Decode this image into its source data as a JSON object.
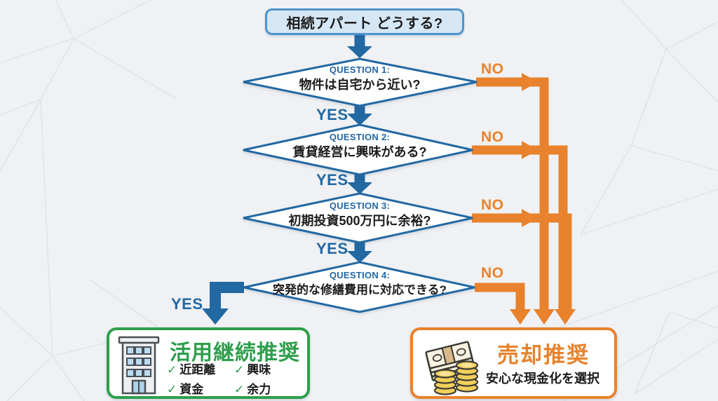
{
  "title": "相続アパート どうする?",
  "questions": [
    {
      "label": "QUESTION 1:",
      "text": "物件は自宅から近い?",
      "yes": "YES",
      "no": "NO"
    },
    {
      "label": "QUESTION 2:",
      "text": "賃貸経営に興味がある?",
      "yes": "YES",
      "no": "NO"
    },
    {
      "label": "QUESTION 3:",
      "text": "初期投資500万円に余裕?",
      "yes": "YES",
      "no": "NO"
    },
    {
      "label": "QUESTION 4:",
      "text": "突発的な修繕費用に対応できる?",
      "yes": "YES",
      "no": "NO"
    }
  ],
  "outcomes": {
    "keep": {
      "title": "活用継続推奨",
      "check": "✓",
      "items": [
        "近距離",
        "興味",
        "資金",
        "余力"
      ],
      "icon": "building-icon"
    },
    "sell": {
      "title": "売却推奨",
      "subtitle": "安心な現金化を選択",
      "icon": "money-coins-icon"
    }
  },
  "colors": {
    "blue": "#2268a2",
    "orange": "#e8822c",
    "green": "#2e9e4b",
    "start_fill": "#d5e7f5",
    "start_border": "#4e94cc",
    "background": "#eff1f4",
    "text": "#1b1b1b"
  }
}
